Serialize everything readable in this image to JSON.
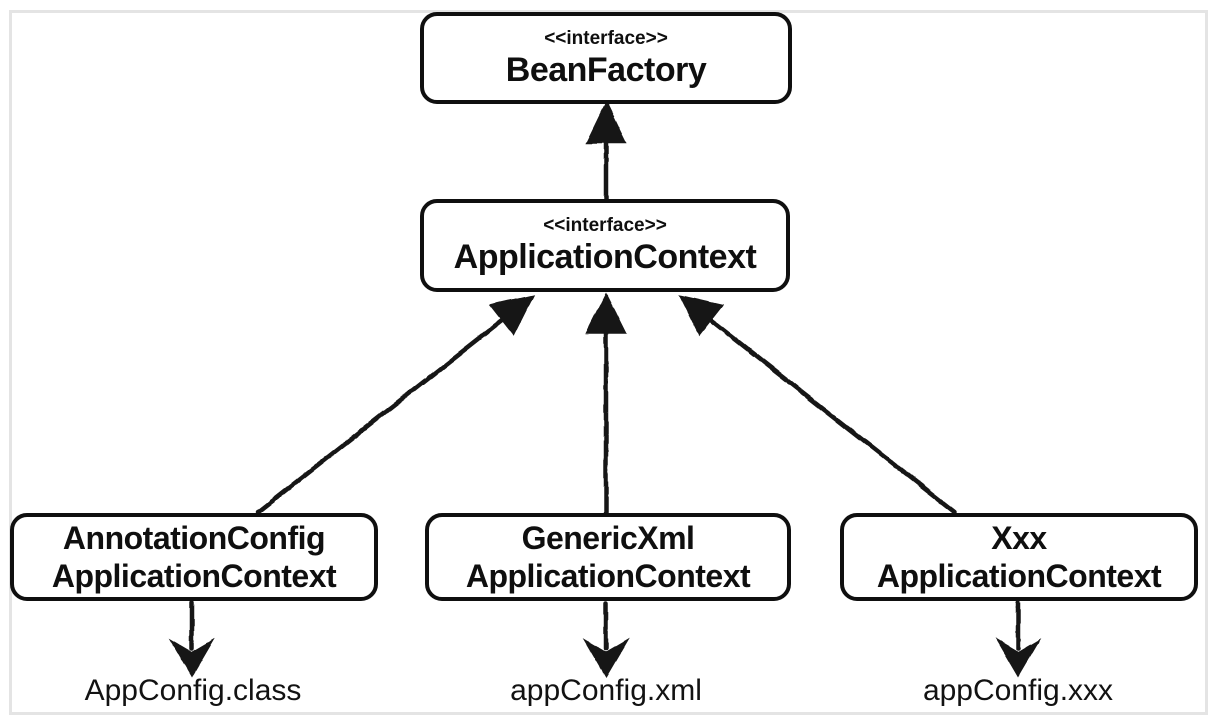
{
  "diagram": {
    "nodes": {
      "beanFactory": {
        "stereotype": "<<interface>>",
        "name": "BeanFactory"
      },
      "applicationContext": {
        "stereotype": "<<interface>>",
        "name": "ApplicationContext"
      },
      "annotationConfig": {
        "line1": "AnnotationConfig",
        "line2": "ApplicationContext"
      },
      "genericXml": {
        "line1": "GenericXml",
        "line2": "ApplicationContext"
      },
      "xxx": {
        "line1": "Xxx",
        "line2": "ApplicationContext"
      }
    },
    "artifacts": {
      "left": "AppConfig.class",
      "middle": "appConfig.xml",
      "right": "appConfig.xxx"
    },
    "colors": {
      "line": "#141414",
      "border": "#0f0f0f",
      "frame": "#e4e4e4",
      "background": "#ffffff"
    }
  }
}
